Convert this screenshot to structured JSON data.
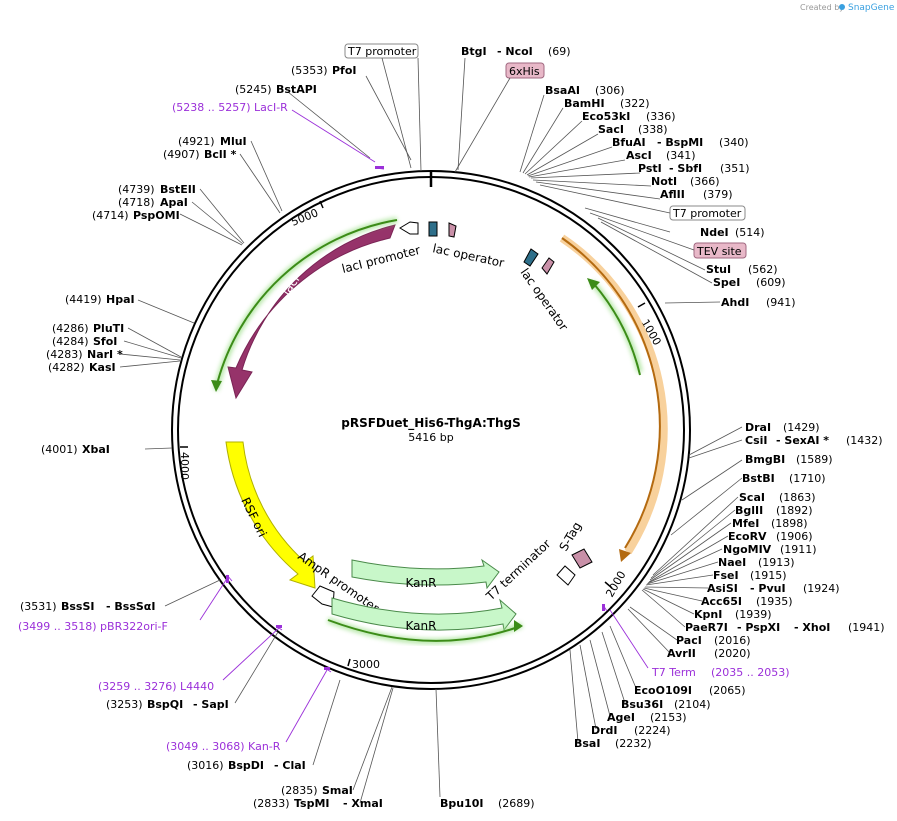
{
  "credit": {
    "created_by": "Created by",
    "brand": "SnapGene"
  },
  "plasmid": {
    "name": "pRSFDuet_His6-ThgA:ThgS",
    "size": "5416 bp"
  },
  "ticks": [
    "1000",
    "2000",
    "3000",
    "4000",
    "5000"
  ],
  "features": {
    "laci": "lacI",
    "laci_promoter": "lacI promoter",
    "lac_operator_1": "lac operator",
    "lac_operator_2": "lac operator",
    "rsf_ori": "RSF ori",
    "ampr_promoter": "AmpR promoter",
    "kanr_1": "KanR",
    "kanr_2": "KanR",
    "t7_terminator": "T7 terminator",
    "s_tag": "S-Tag",
    "his6": "6xHis",
    "tev_site": "TEV site",
    "t7_promoter_1": "T7 promoter",
    "t7_promoter_2": "T7 promoter"
  },
  "sites": {
    "pfoi": {
      "pos": "(5353)",
      "name": "PfoI"
    },
    "bstapi": {
      "pos": "(5245)",
      "name": "BstAPI"
    },
    "laci_r": {
      "text": "(5238 .. 5257)  LacI-R"
    },
    "mlui": {
      "pos": "(4921)",
      "name": "MluI"
    },
    "bcli": {
      "pos": "(4907)",
      "name": "BclI *"
    },
    "bsteii": {
      "pos": "(4739)",
      "name": "BstEII"
    },
    "apai": {
      "pos": "(4718)",
      "name": "ApaI"
    },
    "pspomi": {
      "pos": "(4714)",
      "name": "PspOMI"
    },
    "hpai": {
      "pos": "(4419)",
      "name": "HpaI"
    },
    "pluti": {
      "pos": "(4286)",
      "name": "PluTI"
    },
    "sfoi": {
      "pos": "(4284)",
      "name": "SfoI"
    },
    "nari": {
      "pos": "(4283)",
      "name": "NarI *"
    },
    "kasi": {
      "pos": "(4282)",
      "name": "KasI"
    },
    "xbai": {
      "pos": "(4001)",
      "name": "XbaI"
    },
    "bsssi": {
      "pos": "(3531)",
      "name": "BssSI",
      "name2": "- BssSαI"
    },
    "pbr322": {
      "text": "(3499 .. 3518)  pBR322ori-F"
    },
    "l4440": {
      "text": "(3259 .. 3276)  L4440"
    },
    "bspqi": {
      "pos": "(3253)",
      "name": "BspQI",
      "name2": "- SapI"
    },
    "kan_r": {
      "text": "(3049 .. 3068)  Kan-R"
    },
    "bspdi": {
      "pos": "(3016)",
      "name": "BspDI",
      "name2": "- ClaI"
    },
    "smai": {
      "pos": "(2835)",
      "name": "SmaI"
    },
    "tspmi": {
      "pos": "(2833)",
      "name": "TspMI",
      "name2": "- XmaI"
    },
    "bpu10i": {
      "name": "Bpu10I",
      "pos": "(2689)"
    },
    "btgi": {
      "name": "BtgI",
      "name2": "- NcoI",
      "pos": "(69)"
    },
    "bsaai": {
      "name": "BsaAI",
      "pos": "(306)"
    },
    "bamhi": {
      "name": "BamHI",
      "pos": "(322)"
    },
    "eco53ki": {
      "name": "Eco53kI",
      "pos": "(336)"
    },
    "saci": {
      "name": "SacI",
      "pos": "(338)"
    },
    "bfuai": {
      "name": "BfuAI",
      "name2": "- BspMI",
      "pos": "(340)"
    },
    "asci": {
      "name": "AscI",
      "pos": "(341)"
    },
    "psti": {
      "name": "PstI",
      "name2": "- SbfI",
      "pos": "(351)"
    },
    "noti": {
      "name": "NotI",
      "pos": "(366)"
    },
    "aflii": {
      "name": "AflII",
      "pos": "(379)"
    },
    "ndei": {
      "name": "NdeI",
      "pos": "(514)"
    },
    "stui": {
      "name": "StuI",
      "pos": "(562)"
    },
    "spei": {
      "name": "SpeI",
      "pos": "(609)"
    },
    "ahdi": {
      "name": "AhdI",
      "pos": "(941)"
    },
    "drai": {
      "name": "DraI",
      "pos": "(1429)"
    },
    "csii": {
      "name": "CsiI",
      "name2": "- SexAI *",
      "pos": "(1432)"
    },
    "bmgbi": {
      "name": "BmgBI",
      "pos": "(1589)"
    },
    "bstbi": {
      "name": "BstBI",
      "pos": "(1710)"
    },
    "scai": {
      "name": "ScaI",
      "pos": "(1863)"
    },
    "bglii": {
      "name": "BglII",
      "pos": "(1892)"
    },
    "mfei": {
      "name": "MfeI",
      "pos": "(1898)"
    },
    "ecorv": {
      "name": "EcoRV",
      "pos": "(1906)"
    },
    "ngomiv": {
      "name": "NgoMIV",
      "pos": "(1911)"
    },
    "naei": {
      "name": "NaeI",
      "pos": "(1913)"
    },
    "fsei": {
      "name": "FseI",
      "pos": "(1915)"
    },
    "asisi": {
      "name": "AsiSI",
      "name2": "- PvuI",
      "pos": "(1924)"
    },
    "acc65i": {
      "name": "Acc65I",
      "pos": "(1935)"
    },
    "kpni": {
      "name": "KpnI",
      "pos": "(1939)"
    },
    "paer7i": {
      "name": "PaeR7I",
      "name2": "- PspXI",
      "name3": "- XhoI",
      "pos": "(1941)"
    },
    "paci": {
      "name": "PacI",
      "pos": "(2016)"
    },
    "avrii": {
      "name": "AvrII",
      "pos": "(2020)"
    },
    "t7term": {
      "text": "T7 Term",
      "range": "(2035 .. 2053)"
    },
    "eco0109i": {
      "name": "EcoO109I",
      "pos": "(2065)"
    },
    "bsu36i": {
      "name": "Bsu36I",
      "pos": "(2104)"
    },
    "agei": {
      "name": "AgeI",
      "pos": "(2153)"
    },
    "drdi": {
      "name": "DrdI",
      "pos": "(2224)"
    },
    "bsai": {
      "name": "BsaI",
      "pos": "(2232)"
    }
  }
}
